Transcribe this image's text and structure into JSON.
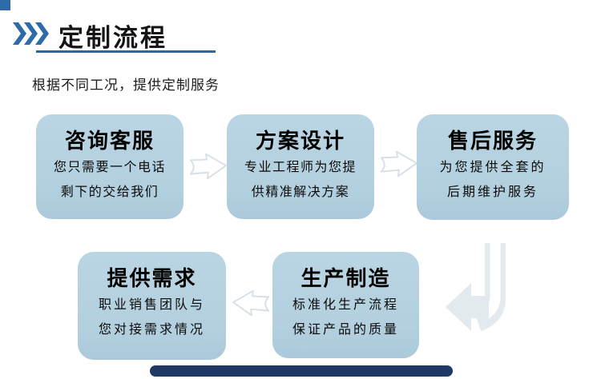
{
  "page": {
    "background": "#ffffff",
    "accent_color": "#2d6ca8",
    "underline_color": "#30659e",
    "bottom_bar_color": "#1f3864"
  },
  "header": {
    "title": "定制流程",
    "subtitle": "根据不同工况，提供定制服务",
    "chevrons_icon": "triple-chevron-right"
  },
  "flow": {
    "box_fill": "#b5d1e0",
    "arrow_fill": "#ffffff",
    "arrow_stroke": "#d6e0e8",
    "curved_arrow_fill": "#e3eaee",
    "steps": [
      {
        "title": "咨询客服",
        "line1": "您只需要一个电话",
        "line2": "剩下的交给我们"
      },
      {
        "title": "方案设计",
        "line1": "专业工程师为您提",
        "line2": "供精准解决方案"
      },
      {
        "title": "售后服务",
        "line1": "为您提供全套的",
        "line2": "后期维护服务"
      },
      {
        "title": "生产制造",
        "line1": "标准化生产流程",
        "line2": "保证产品的质量"
      },
      {
        "title": "提供需求",
        "line1": "职业销售团队与",
        "line2": "您对接需求情况"
      }
    ],
    "icons": {
      "step1_to_step2": "block-arrow-right",
      "step2_to_step3": "block-arrow-right",
      "step3_to_step4": "curved-turn-down-left-arrow",
      "step4_to_step5": "block-arrow-left"
    }
  }
}
